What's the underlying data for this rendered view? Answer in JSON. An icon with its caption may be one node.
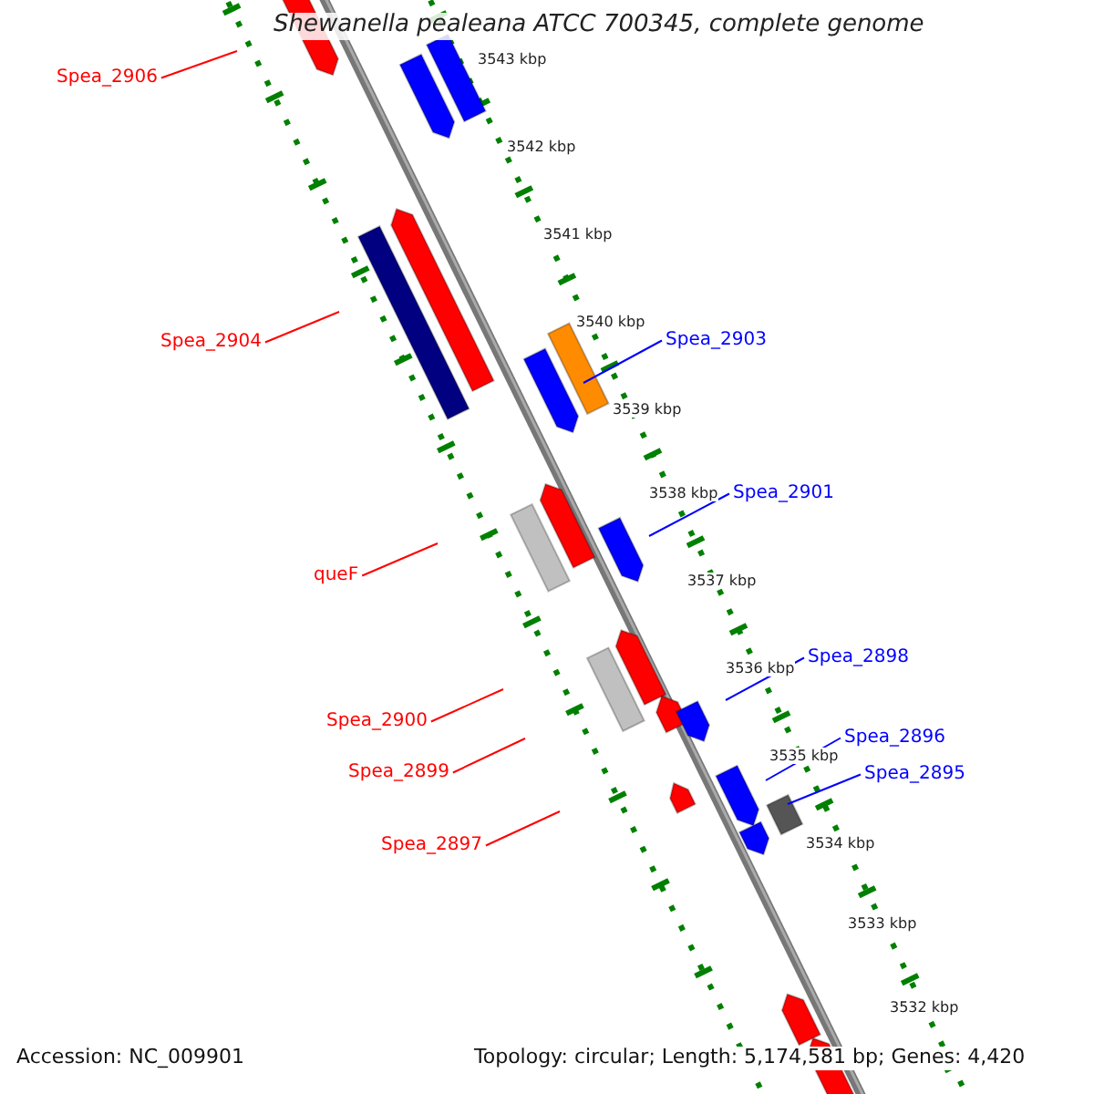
{
  "diagram": {
    "title": "Shewanella pealeana ATCC 700345, complete genome",
    "nodes": [
      {
        "text": [
          "Spea_2906"
        ]
      },
      {
        "text": [
          "Spea_2904"
        ]
      },
      {
        "text": [
          "Spea_2903"
        ]
      },
      {
        "text": [
          "Spea_2901"
        ]
      },
      {
        "text": [
          "queF"
        ]
      },
      {
        "text": [
          "Spea_2898"
        ]
      },
      {
        "text": [
          "Spea_2900"
        ]
      },
      {
        "text": [
          "Spea_2896"
        ]
      },
      {
        "text": [
          "Spea_2899"
        ]
      },
      {
        "text": [
          "Spea_2895"
        ]
      },
      {
        "text": [
          "Spea_2897"
        ]
      }
    ],
    "edges": [
      {
        "from": 0,
        "to": null,
        "arrow": "none"
      },
      {
        "from": 1,
        "to": null,
        "arrow": "none"
      },
      {
        "from": 2,
        "to": null,
        "arrow": "none",
        "color": "#0000ff"
      },
      {
        "from": 3,
        "to": null,
        "arrow": "none",
        "color": "#0000ff"
      },
      {
        "from": 4,
        "to": null,
        "arrow": "none"
      },
      {
        "from": 5,
        "to": null,
        "arrow": "none",
        "color": "#0000ff"
      },
      {
        "from": 6,
        "to": null,
        "arrow": "none"
      },
      {
        "from": 7,
        "to": null,
        "arrow": "none",
        "color": "#0000ff"
      },
      {
        "from": 8,
        "to": null,
        "arrow": "none"
      },
      {
        "from": 9,
        "to": null,
        "arrow": "none",
        "color": "#0000ff"
      },
      {
        "from": 10,
        "to": null,
        "arrow": "none"
      }
    ],
    "labels": [
      "3543 kbp",
      "3542 kbp",
      "3541 kbp",
      "3540 kbp",
      "3539 kbp",
      "3538 kbp",
      "3537 kbp",
      "3536 kbp",
      "3535 kbp",
      "3534 kbp",
      "3533 kbp",
      "3532 kbp",
      "Accession: NC_009901",
      "Topology: circular; Length: 5,174,581 bp; Genes: 4,420"
    ]
  }
}
